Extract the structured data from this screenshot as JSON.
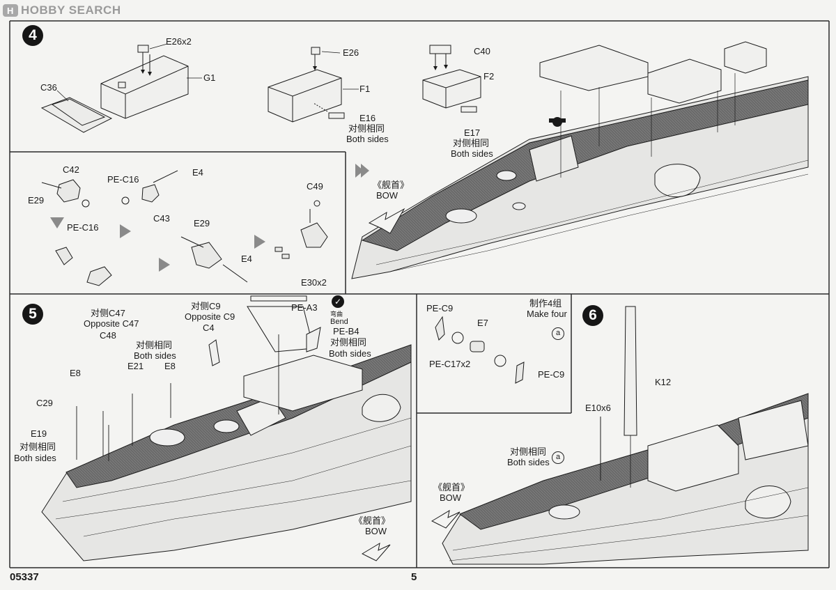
{
  "watermark": {
    "text": "HOBBY SEARCH",
    "logo_glyph": "H"
  },
  "footer": {
    "kit_number": "05337",
    "page_number": "5"
  },
  "steps": {
    "s4": "4",
    "s5": "5",
    "s6": "6"
  },
  "step4": {
    "labels": {
      "e26x2": "E26x2",
      "g1": "G1",
      "c36": "C36",
      "e26": "E26",
      "f1": "F1",
      "e16": "E16",
      "e16_cn": "对侧相同",
      "e16_en": "Both sides",
      "c40": "C40",
      "f2": "F2",
      "e17": "E17",
      "e17_cn": "对侧相同",
      "e17_en": "Both sides",
      "bow_cn": "《舰首》",
      "bow_en": "BOW"
    }
  },
  "subassembly": {
    "labels": {
      "c42": "C42",
      "pe_c16_top": "PE-C16",
      "e4_top": "E4",
      "e29_left": "E29",
      "c43": "C43",
      "pe_c16_left": "PE-C16",
      "c49": "C49",
      "e29_mid": "E29",
      "e4_mid": "E4",
      "e30x2": "E30x2"
    }
  },
  "step5": {
    "labels": {
      "c47_cn": "对侧C47",
      "c47_en": "Opposite C47",
      "c48": "C48",
      "c9_cn": "对侧C9",
      "c9_en": "Opposite C9",
      "c4": "C4",
      "pe_a3": "PE-A3",
      "bend_cn": "弯曲",
      "bend_en": "Bend",
      "pe_b4": "PE-B4",
      "both_cn": "对侧相同",
      "both_en": "Both sides",
      "both2_cn": "对侧相同",
      "both2_en": "Both sides",
      "e8_a": "E8",
      "e21": "E21",
      "e8_b": "E8",
      "c29": "C29",
      "e19": "E19",
      "e19_cn": "对侧相同",
      "e19_en": "Both sides",
      "bow_cn": "《舰首》",
      "bow_en": "BOW"
    }
  },
  "subassembly_a": {
    "labels": {
      "make_cn": "制作4组",
      "make_en": "Make four",
      "marker": "a",
      "pe_c9_top": "PE-C9",
      "e7": "E7",
      "pe_c17x2": "PE-C17x2",
      "pe_c9_bottom": "PE-C9"
    }
  },
  "step6": {
    "labels": {
      "k12": "K12",
      "e10x6": "E10x6",
      "both_cn": "对侧相同",
      "both_en": "Both sides",
      "marker": "a",
      "bow_cn": "《舰首》",
      "bow_en": "BOW"
    }
  },
  "colors": {
    "ink": "#1a1a1a",
    "paper": "#f4f4f2",
    "deck": "#6e6e6e",
    "hull": "#e6e6e4"
  },
  "icons": [
    "hobbysearch-logo",
    "step-number-circle",
    "checkmark-bend-icon",
    "direction-arrow-icon",
    "callout-a-icon"
  ]
}
